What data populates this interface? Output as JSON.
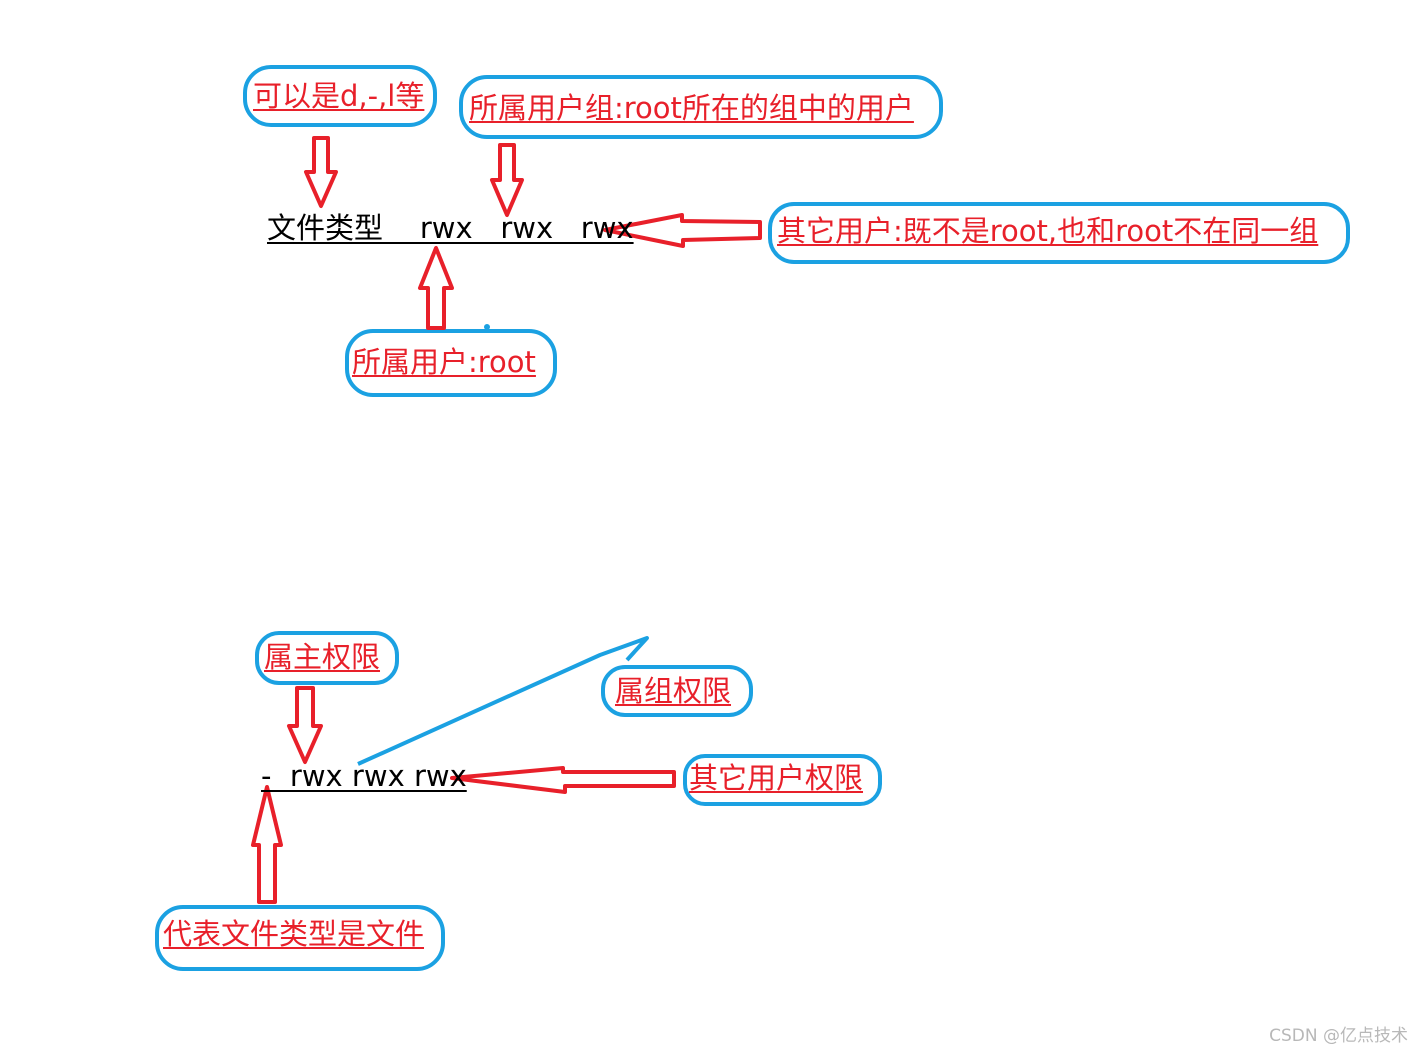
{
  "diagram1": {
    "main_line": "文件类型    rwx   rwx   rwx",
    "label_type": "可以是d,-,l等",
    "label_group": "所属用户组:root所在的组中的用户",
    "label_other": "其它用户:既不是root,也和root不在同一组",
    "label_owner": "所属用户:root"
  },
  "diagram2": {
    "main_line": "-  rwx rwx rwx",
    "label_owner_perm": "属主权限",
    "label_group_perm": "属组权限",
    "label_other_perm": "其它用户权限",
    "label_file_type": "代表文件类型是文件"
  },
  "watermark": "CSDN @亿点技术",
  "colors": {
    "arrow": "#e8202a",
    "outline": "#1ba1e2",
    "label_text": "#e8202a",
    "main_text": "#000000"
  }
}
